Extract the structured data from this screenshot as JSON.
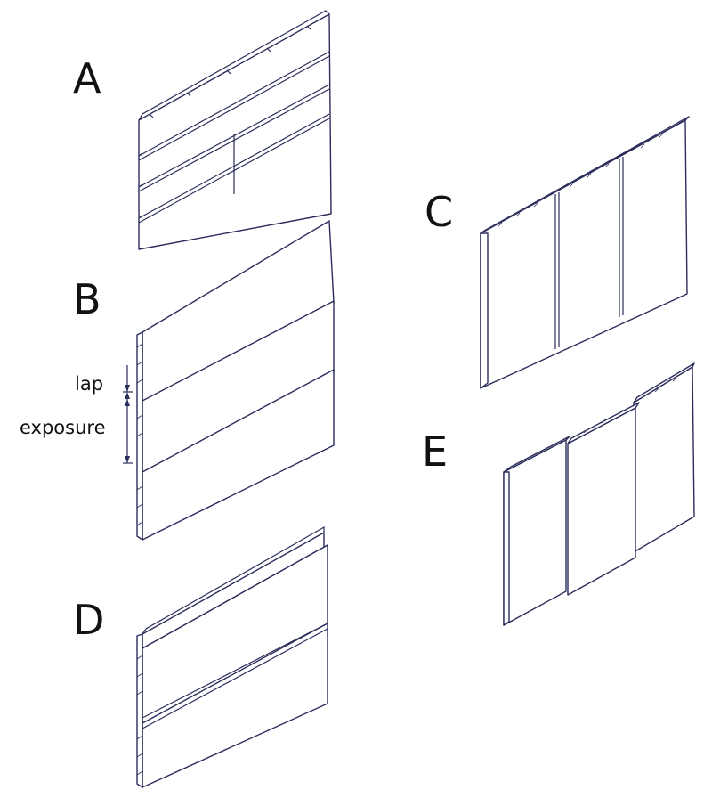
{
  "labels": {
    "a": "A",
    "b": "B",
    "c": "C",
    "d": "D",
    "e": "E",
    "lap": "lap",
    "exposure": "exposure"
  },
  "colors": {
    "line": "#2b2d5c",
    "text": "#111111",
    "background": "#ffffff"
  }
}
